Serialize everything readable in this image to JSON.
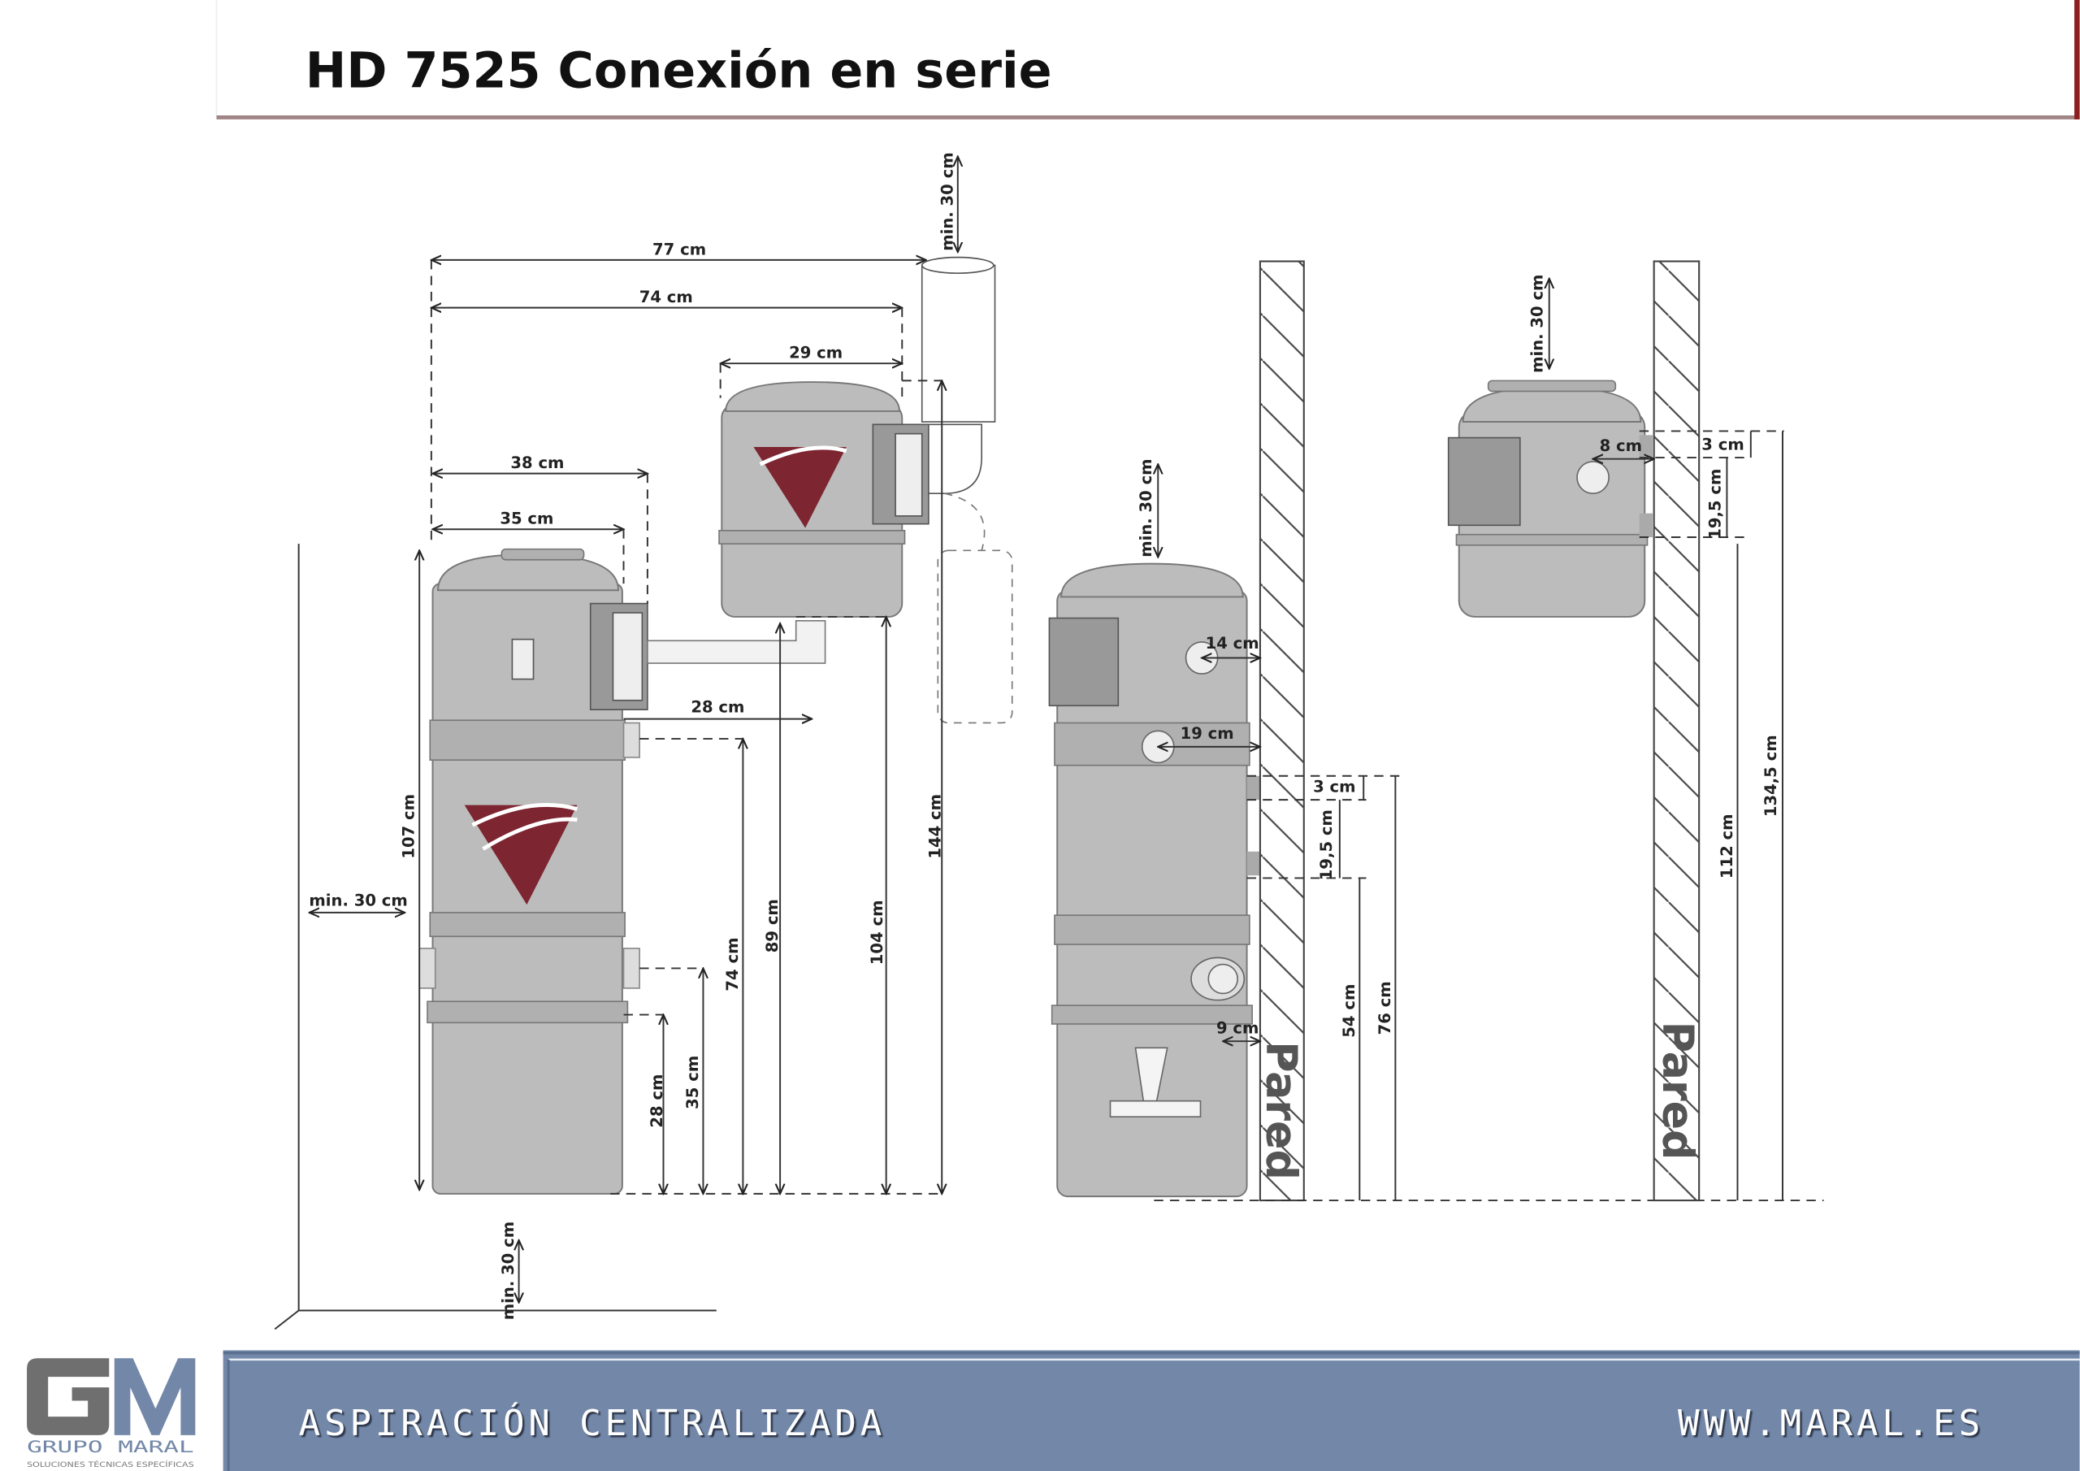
{
  "header": {
    "title": "HD 7525 Conexión en serie"
  },
  "footer": {
    "tagline": "ASPIRACIÓN CENTRALIZADA",
    "website": "WWW.MARAL.ES",
    "logo": {
      "letters": "GM",
      "name": "GRUPO MARAL",
      "subtitle": "SOLUCIONES TÉCNICAS ESPECÍFICAS"
    }
  },
  "colors": {
    "footer_bar": "#7388a8",
    "logo_red": "#7d2530",
    "header_rule": "#a08585",
    "unit_grey": "#bcbcbc"
  },
  "front_view": {
    "width_total": "77 cm",
    "width_pair": "74 cm",
    "width_upper_unit": "29 cm",
    "width_lower_with_panel": "38 cm",
    "width_lower_unit": "35 cm",
    "pipe_offset": "28 cm",
    "clearance_top": "min. 30 cm",
    "clearance_left": "min. 30 cm",
    "clearance_bottom": "min. 30 cm",
    "height_unit": "107 cm",
    "h_28": "28 cm",
    "h_35": "35 cm",
    "h_74": "74 cm",
    "h_89": "89 cm",
    "h_104": "104 cm",
    "h_144": "144 cm"
  },
  "side_view": {
    "clearance_top": "min. 30 cm",
    "d_14": "14 cm",
    "d_19": "19 cm",
    "d_3": "3 cm",
    "d_19_5": "19,5 cm",
    "d_9": "9 cm",
    "h_54": "54 cm",
    "h_76": "76 cm",
    "wall_label": "Pared"
  },
  "wall_view": {
    "clearance_top": "min. 30 cm",
    "d_8": "8 cm",
    "d_3": "3 cm",
    "d_19_5": "19,5 cm",
    "h_112": "112 cm",
    "h_134_5": "134,5 cm",
    "wall_label": "Pared"
  }
}
